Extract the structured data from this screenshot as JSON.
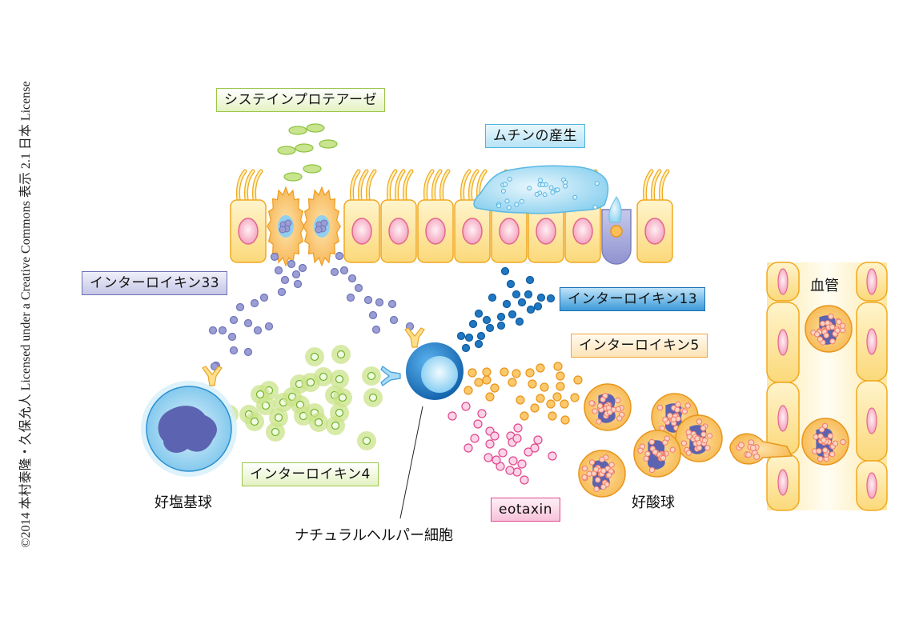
{
  "copyright": "©2014 本村泰隆・久保允人 Licensed under a Creative Commons 表示 2.1 日本 License",
  "labels": {
    "cysteine_protease": "システインプロテアーゼ",
    "mucin_production": "ムチンの産生",
    "il33": "インターロイキン33",
    "il13": "インターロイキン13",
    "il5": "インターロイキン5",
    "il4": "インターロイキン4",
    "eotaxin": "eotaxin"
  },
  "captions": {
    "basophil": "好塩基球",
    "nh_cell": "ナチュラルヘルパー細胞",
    "eosinophil": "好酸球",
    "blood_vessel": "血管"
  },
  "colors": {
    "epithelium_fill": "#fde59a",
    "epithelium_stroke": "#f0a820",
    "nucleus": "#f5a6bd",
    "protease": "#c8e48e",
    "il33": "#9a9ed4",
    "il13": "#1f78c1",
    "il5": "#fbc86a",
    "il4": "#cbe38a",
    "eotaxin": "#f07ab4",
    "mucin": "#8fd0ef",
    "eosinophil": "#f8c26a",
    "basophil": "#9fd6f2",
    "nh_cell": "#1a7ccb"
  }
}
